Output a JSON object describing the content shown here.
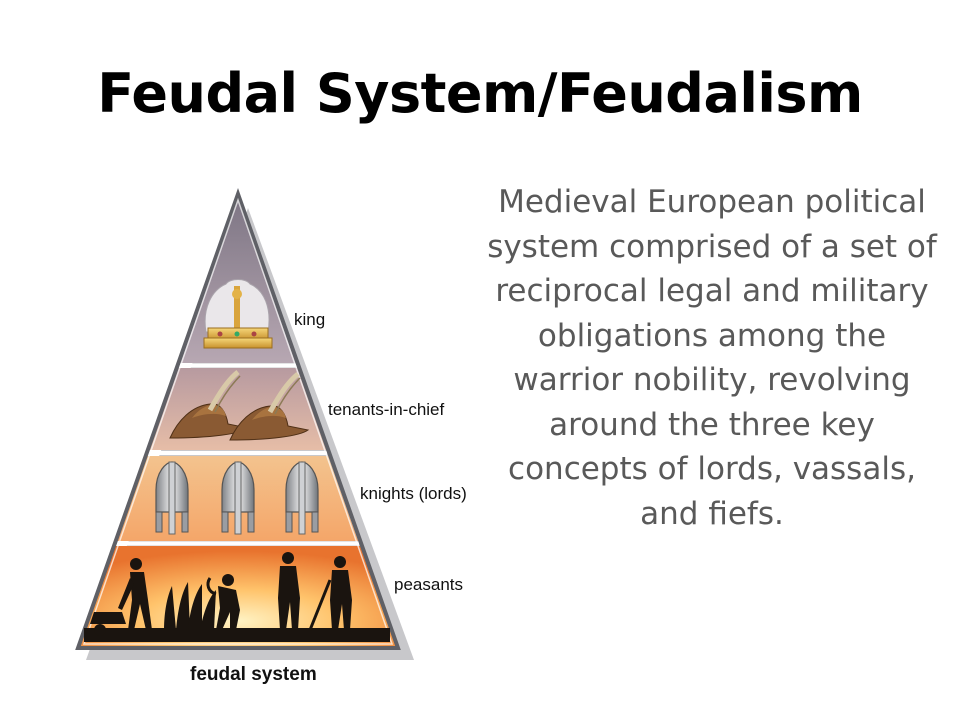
{
  "slide": {
    "title": "Feudal System/Feudalism",
    "description": "Medieval European political system comprised of a set of reciprocal legal and military obligations among the warrior nobility, revolving around the three key concepts of lords, vassals, and fiefs."
  },
  "pyramid": {
    "levels": [
      {
        "label": "king",
        "icon": "crown-icon"
      },
      {
        "label": "tenants-in-chief",
        "icon": "feathered-hat-icon"
      },
      {
        "label": "knights (lords)",
        "icon": "knight-helmet-icon"
      },
      {
        "label": "peasants",
        "icon": "peasant-silhouettes-icon"
      }
    ],
    "caption": "feudal system"
  },
  "colors": {
    "title": "#000000",
    "description": "#595959",
    "king_band": "#8f8593",
    "tenants_band": "#c9a39d",
    "knights_band": "#f0b27e",
    "peasants_band": "#f7a44c",
    "pyramid_border": "#5f6066"
  }
}
